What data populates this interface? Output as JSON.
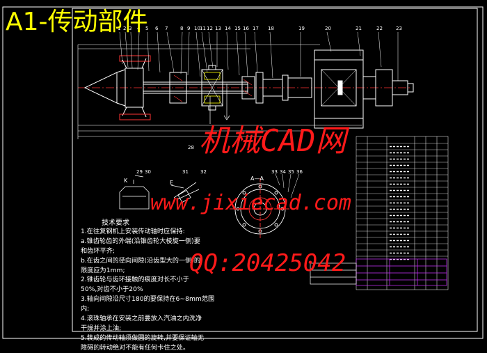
{
  "drawing": {
    "title": "A1-传动部件",
    "section_label": "A—A",
    "view_k_label": "K",
    "view_e_label": "E",
    "item_numbers_top": [
      "1",
      "2",
      "3",
      "4",
      "5",
      "6",
      "7",
      "8",
      "9",
      "10",
      "11",
      "12",
      "13",
      "14",
      "15",
      "16",
      "17",
      "18",
      "19",
      "20",
      "21",
      "22",
      "23"
    ],
    "item_numbers_mid": [
      "29",
      "30",
      "31",
      "32",
      "33",
      "34",
      "35",
      "36"
    ],
    "item_number_bottom": "28"
  },
  "watermark": {
    "line1": "机械CAD网",
    "line2": "www.jixiecad.com",
    "line3": "QQ:20425042"
  },
  "technical_requirements": {
    "heading": "技术要求",
    "lines": [
      "1.在往复钢机上安装传动轴时应保持:",
      "a.锥齿轮齿的外端(沿锥齿轮大棱旋一侧)要",
      "和齿环平齐;",
      "b.在齿之间的径向间隙(沿齿型大的一侧)的",
      "限度应为1mm;",
      "2.锥齿轮与齿环接触的痕度对长不小于",
      "50%,对齿不小于20%",
      "3.轴向间隙沿尺寸180的要保持在6~8mm范围",
      "内;",
      "4.滚珠轴承在安装之前要放入汽油之内洗净",
      "干燥并涂上油;",
      "5.装成的传动轴须做圆的旋转,并要保证轴无",
      "障碍的转动绝对不能有任何卡住之处。"
    ]
  },
  "colors": {
    "background": "#000000",
    "linework": "#ffffff",
    "title": "#ffff00",
    "watermark": "#ff1a1a",
    "title_block_accent": "#cc33ff",
    "centerline": "#ff3333"
  }
}
